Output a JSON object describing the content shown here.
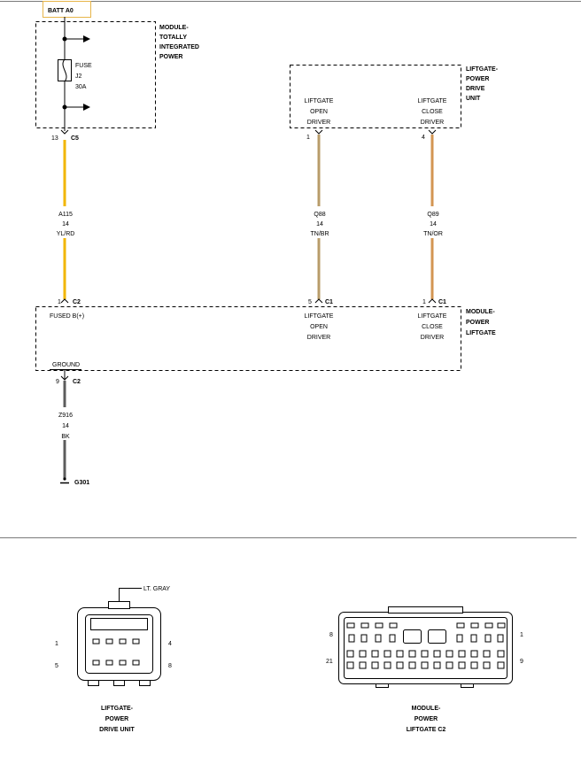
{
  "batt": "BATT A0",
  "tipm": {
    "lines": [
      "MODULE-",
      "TOTALLY",
      "INTEGRATED",
      "POWER"
    ],
    "fuse": [
      "FUSE",
      "J2",
      "30A"
    ],
    "pin": "13",
    "conn": "C5"
  },
  "pdu": {
    "lines": [
      "LIFTGATE-",
      "POWER",
      "DRIVE",
      "UNIT"
    ],
    "open": [
      "LIFTGATE",
      "OPEN",
      "DRIVER"
    ],
    "close": [
      "LIFTGATE",
      "CLOSE",
      "DRIVER"
    ],
    "open_pin": "1",
    "close_pin": "4"
  },
  "wires": [
    {
      "circuit": "A115",
      "gauge": "14",
      "color_code": "YL/RD",
      "color": "#f2b600"
    },
    {
      "circuit": "Q88",
      "gauge": "14",
      "color_code": "TN/BR",
      "color": "#b89c6a"
    },
    {
      "circuit": "Q89",
      "gauge": "14",
      "color_code": "TN/OR",
      "color": "#d39552"
    },
    {
      "circuit": "Z916",
      "gauge": "14",
      "color_code": "BK",
      "color": "#5c5c5c"
    }
  ],
  "plm": {
    "lines": [
      "MODULE-",
      "POWER",
      "LIFTGATE"
    ],
    "fused": "FUSED B(+)",
    "ground": "GROUND",
    "open": [
      "LIFTGATE",
      "OPEN",
      "DRIVER"
    ],
    "close": [
      "LIFTGATE",
      "CLOSE",
      "DRIVER"
    ],
    "pin_fused": "1",
    "conn_fused": "C2",
    "pin_open": "5",
    "conn_open": "C1",
    "pin_close": "1",
    "conn_close": "C1",
    "pin_ground": "9",
    "conn_ground": "C2"
  },
  "ground_label": "G301",
  "connectors": {
    "pdu": {
      "color": "LT. GRAY",
      "pins": [
        "1",
        "4",
        "5",
        "8"
      ],
      "caption": [
        "LIFTGATE-",
        "POWER",
        "DRIVE UNIT"
      ]
    },
    "plm": {
      "pins": [
        "8",
        "1",
        "21",
        "9"
      ],
      "caption": [
        "MODULE-",
        "POWER",
        "LIFTGATE C2"
      ]
    }
  }
}
